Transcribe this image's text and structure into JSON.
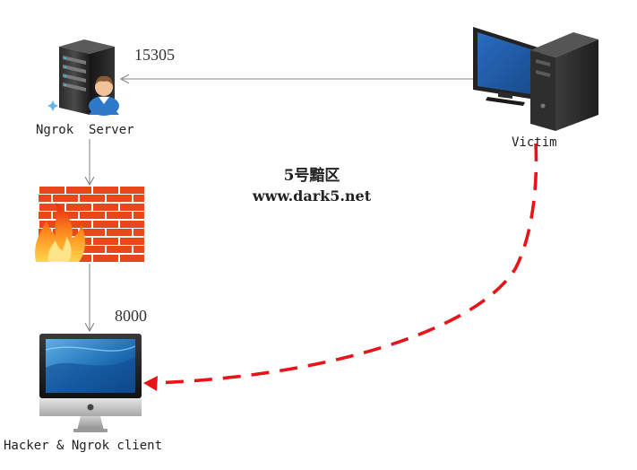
{
  "nodes": {
    "server": {
      "label": "Ngrok  Server",
      "port": "15305"
    },
    "victim": {
      "label": "Victim"
    },
    "client": {
      "label": "Hacker & Ngrok client",
      "port": "8000"
    }
  },
  "watermark": {
    "name": "5号黯区",
    "url": "www.dark5.net"
  },
  "colors": {
    "connector": "#8a8a8a",
    "reverse_link": "#e8141a",
    "firewall_brick": "#e8461b",
    "monitor_screen": "#1f5fa8"
  },
  "icons": {
    "server": "server-with-user-icon",
    "firewall": "firewall-icon",
    "victim": "desktop-pc-icon",
    "client": "imac-icon"
  }
}
